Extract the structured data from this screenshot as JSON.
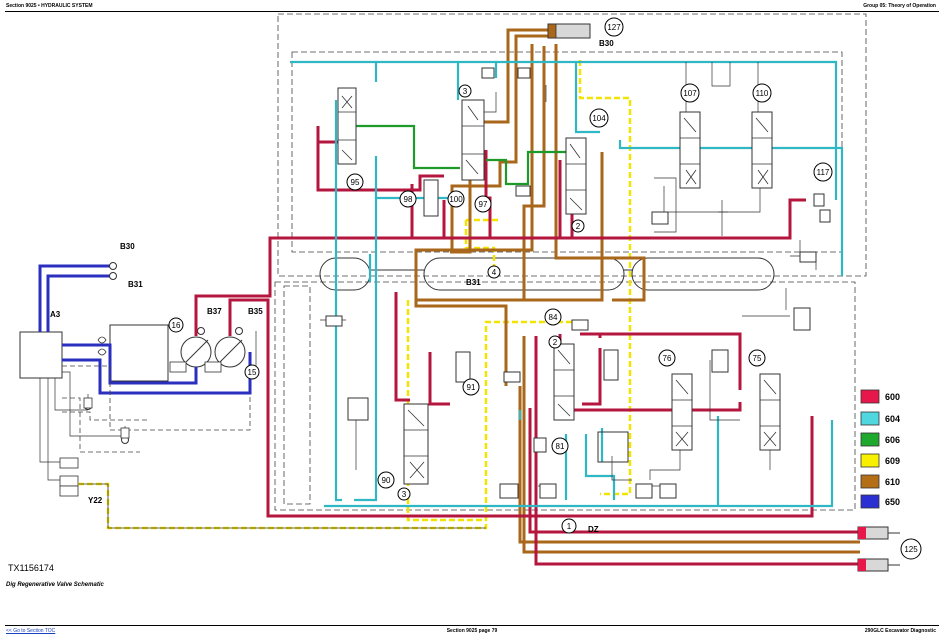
{
  "header": {
    "left": "Section 9025 • HYDRAULIC SYSTEM",
    "right": "Group 05: Theory of Operation"
  },
  "footer": {
    "left": "<< Go to Section TOC",
    "center": "Section 9025 page 79",
    "right": "290GLC Excavator Diagnostic"
  },
  "figure_id": "TX1156174",
  "caption": "Dig Regenerative Valve Schematic",
  "labels": {
    "b30_left": "B30",
    "b31_left": "B31",
    "a3": "A3",
    "b37": "B37",
    "b35": "B35",
    "y22": "Y22",
    "b30_top": "B30",
    "b31_mid": "B31",
    "dz": "DZ"
  },
  "callouts": {
    "c127": "127",
    "c3_top": "3",
    "c95": "95",
    "c104": "104",
    "c107": "107",
    "c110": "110",
    "c117": "117",
    "c98": "98",
    "c100": "100",
    "c97": "97",
    "c2_top": "2",
    "c4": "4",
    "c16": "16",
    "c15": "15",
    "c84": "84",
    "c2_mid": "2",
    "c91": "91",
    "c76": "76",
    "c75": "75",
    "c81": "81",
    "c90": "90",
    "c3_bot": "3",
    "c1": "1",
    "c125": "125"
  },
  "legend": [
    {
      "code": "600",
      "color": "#e8174b"
    },
    {
      "code": "604",
      "color": "#4fd6de"
    },
    {
      "code": "606",
      "color": "#1fa82e"
    },
    {
      "code": "609",
      "color": "#f7f000"
    },
    {
      "code": "610",
      "color": "#b46e16"
    },
    {
      "code": "650",
      "color": "#2c2fd1"
    }
  ],
  "line_colors": {
    "pressure": "#b5163d",
    "return": "#2fb8c4",
    "pilot_green": "#1e9a2a",
    "pilot_yellow": "#f2e400",
    "trapped": "#a8671a",
    "electrical": "#2a2fc0"
  }
}
